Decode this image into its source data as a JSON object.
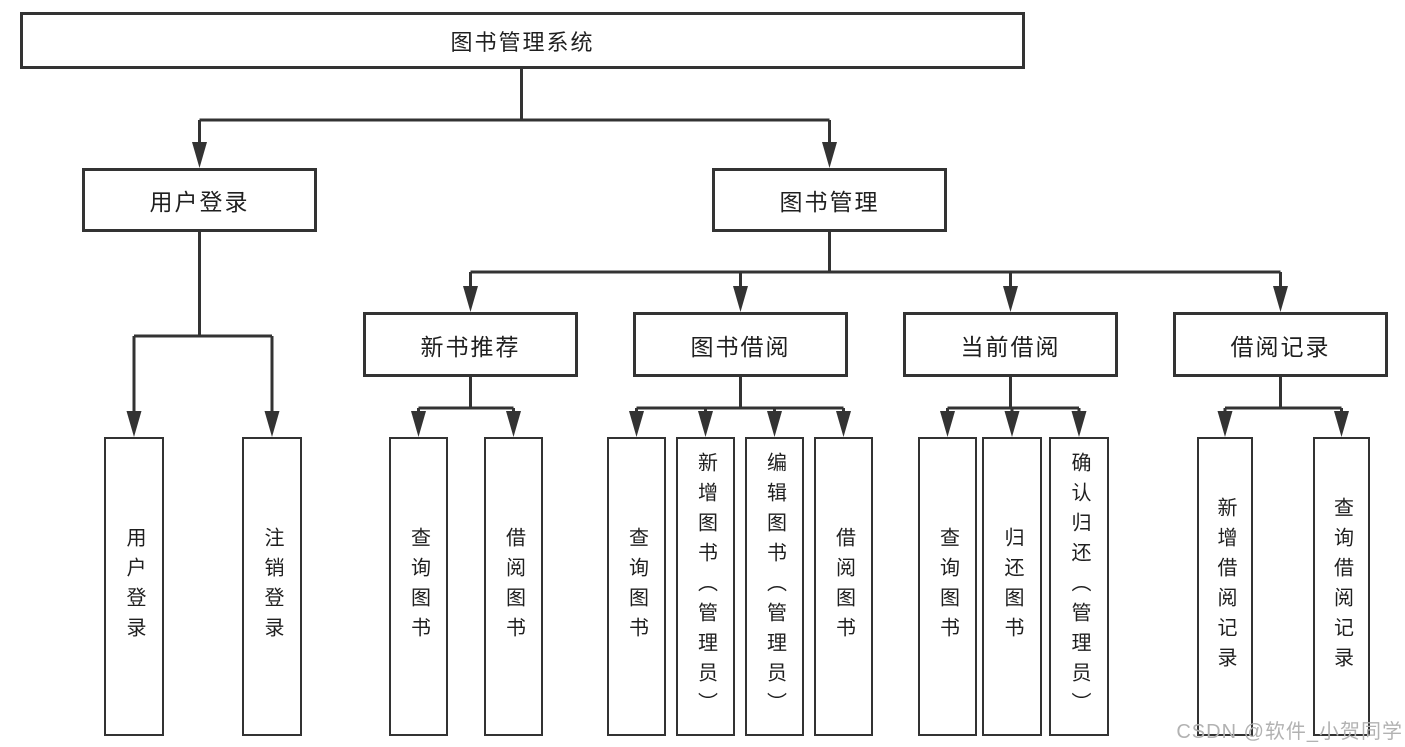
{
  "diagram": {
    "nodes": {
      "root": {
        "label": "图书管理系统"
      },
      "user_login": {
        "label": "用户登录"
      },
      "book_mgmt": {
        "label": "图书管理"
      },
      "new_books": {
        "label": "新书推荐"
      },
      "book_borrow": {
        "label": "图书借阅"
      },
      "current_borrow": {
        "label": "当前借阅"
      },
      "borrow_records": {
        "label": "借阅记录"
      },
      "leaf_user_login": {
        "label": "用户登录"
      },
      "leaf_logout": {
        "label": "注销登录"
      },
      "leaf_query_books_new": {
        "label": "查询图书"
      },
      "leaf_borrow_books_new": {
        "label": "借阅图书"
      },
      "leaf_query_books_borrow": {
        "label": "查询图书"
      },
      "leaf_add_books": {
        "label": "新增图书（管理员）"
      },
      "leaf_edit_books": {
        "label": "编辑图书（管理员）"
      },
      "leaf_borrow_books_borrow": {
        "label": "借阅图书"
      },
      "leaf_query_books_current": {
        "label": "查询图书"
      },
      "leaf_return_books": {
        "label": "归还图书"
      },
      "leaf_confirm_return": {
        "label": "确认归还（管理员）"
      },
      "leaf_add_record": {
        "label": "新增借阅记录"
      },
      "leaf_query_record": {
        "label": "查询借阅记录"
      }
    },
    "hierarchy": {
      "root": [
        "user_login",
        "book_mgmt"
      ],
      "user_login": [
        "leaf_user_login",
        "leaf_logout"
      ],
      "book_mgmt": [
        "new_books",
        "book_borrow",
        "current_borrow",
        "borrow_records"
      ],
      "new_books": [
        "leaf_query_books_new",
        "leaf_borrow_books_new"
      ],
      "book_borrow": [
        "leaf_query_books_borrow",
        "leaf_add_books",
        "leaf_edit_books",
        "leaf_borrow_books_borrow"
      ],
      "current_borrow": [
        "leaf_query_books_current",
        "leaf_return_books",
        "leaf_confirm_return"
      ],
      "borrow_records": [
        "leaf_add_record",
        "leaf_query_record"
      ]
    },
    "colors": {
      "line": "#333333",
      "box_border": "#333333",
      "text": "#1f1f1f",
      "background": "#ffffff",
      "watermark": "#b2b2b2"
    }
  },
  "watermark": {
    "text": "CSDN @软件_小贺同学"
  }
}
